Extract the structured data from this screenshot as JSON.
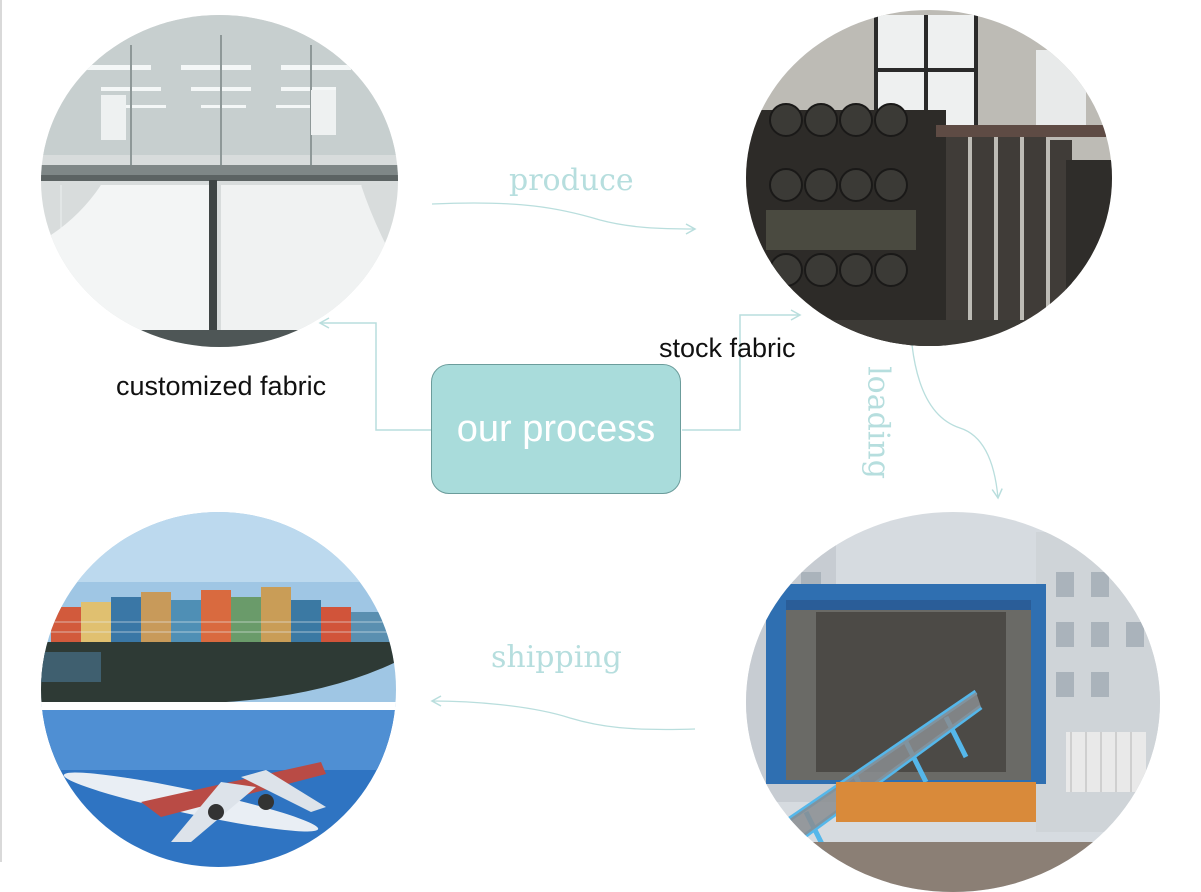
{
  "center": {
    "label": "our process"
  },
  "labels": {
    "customized": "customized fabric",
    "stock": "stock fabric"
  },
  "steps": {
    "produce": "produce",
    "loading": "loading",
    "shipping": "shipping"
  },
  "colors": {
    "box_fill": "#a9dcdb",
    "box_border": "#6b9c9b",
    "arrow": "#b9dedd",
    "step_text": "#b6dede"
  }
}
